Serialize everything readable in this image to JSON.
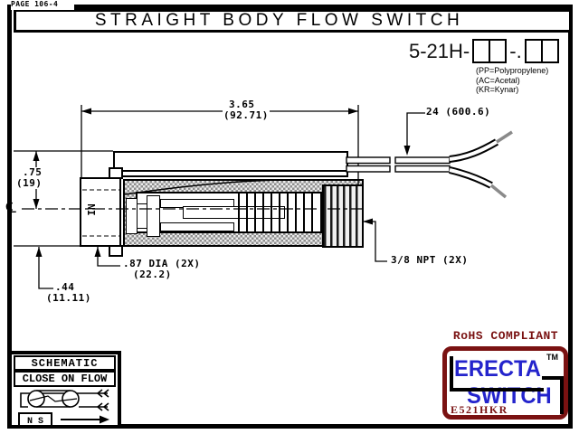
{
  "page": {
    "label": "PAGE 106-4",
    "title": "STRAIGHT BODY FLOW SWITCH"
  },
  "part_number": {
    "prefix": "5-21H-",
    "separator": "-.",
    "legend": [
      "(PP=Polypropylene)",
      "(AC=Acetal)",
      "(KR=Kynar)"
    ]
  },
  "drawing": {
    "dims": {
      "body_length": "3.65",
      "body_length_mm": "(92.71)",
      "lead_length": "24 (600.6)",
      "height": ".75",
      "height_mm": "(19)",
      "offset": ".44",
      "offset_mm": "(11.11)",
      "diameter": ".87 DIA (2X)",
      "diameter_mm": "(22.2)",
      "thread": "3/8 NPT (2X)"
    },
    "inlet_label": "IN",
    "centerline_symbol": "℄"
  },
  "schematic": {
    "title": "SCHEMATIC",
    "subtitle": "CLOSE ON FLOW",
    "magnet_label": "N S"
  },
  "branding": {
    "rohs": "RoHS COMPLIANT",
    "logo_top": "ERECTA",
    "logo_bottom": "SWITCH",
    "trademark": "TM",
    "model_code": "E521HKR",
    "colors": {
      "logo_blue": "#2424cc",
      "maroon": "#7a1212"
    }
  }
}
